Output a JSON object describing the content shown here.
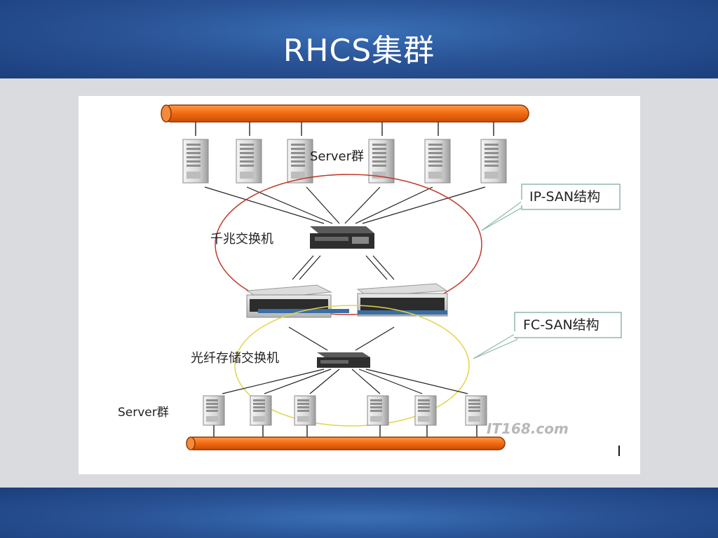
{
  "slide": {
    "title": "RHCS集群"
  },
  "diagram": {
    "top_server_label": "Server群",
    "bottom_server_label": "Server群",
    "gigabit_switch_label": "千兆交换机",
    "fc_switch_label": "光纤存储交换机",
    "ip_san_callout": "IP-SAN结构",
    "fc_san_callout": "FC-SAN结构",
    "watermark": "IT168.com",
    "cursor_mark": "I",
    "colors": {
      "bus": "#f26a10",
      "ip_san_ellipse": "#c0392b",
      "fc_san_ellipse": "#e3d44a",
      "callout_border": "#8fb8a8"
    }
  }
}
